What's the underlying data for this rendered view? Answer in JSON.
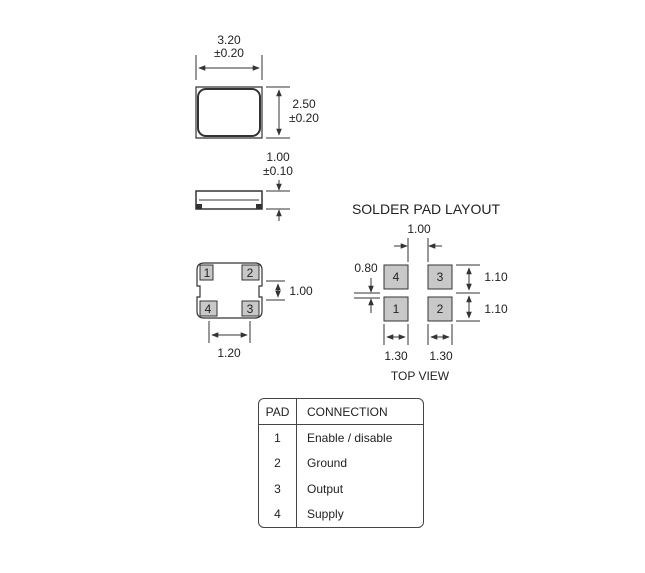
{
  "top_view": {
    "width_value": "3.20",
    "width_tol": "±0.20",
    "height_value": "2.50",
    "height_tol": "±0.20"
  },
  "side_view": {
    "thickness_value": "1.00",
    "thickness_tol": "±0.10"
  },
  "bottom_view": {
    "pads": [
      "1",
      "2",
      "4",
      "3"
    ],
    "pad_pitch_v": "1.00",
    "pad_pitch_h": "1.20"
  },
  "solder_pad_layout": {
    "title": "SOLDER PAD LAYOUT",
    "gap": "1.00",
    "pad_size": "0.80",
    "row_height_top": "1.10",
    "row_height_bottom": "1.10",
    "col_width_left": "1.30",
    "col_width_right": "1.30",
    "pads": [
      "4",
      "3",
      "1",
      "2"
    ],
    "caption": "TOP VIEW"
  },
  "pad_table": {
    "headers": [
      "PAD",
      "CONNECTION"
    ],
    "rows": [
      {
        "pad": "1",
        "connection": "Enable / disable"
      },
      {
        "pad": "2",
        "connection": "Ground"
      },
      {
        "pad": "3",
        "connection": "Output"
      },
      {
        "pad": "4",
        "connection": "Supply"
      }
    ]
  },
  "colors": {
    "line": "#333333",
    "pad_fill": "#c8c8c8",
    "package_fill": "#ffffff"
  }
}
